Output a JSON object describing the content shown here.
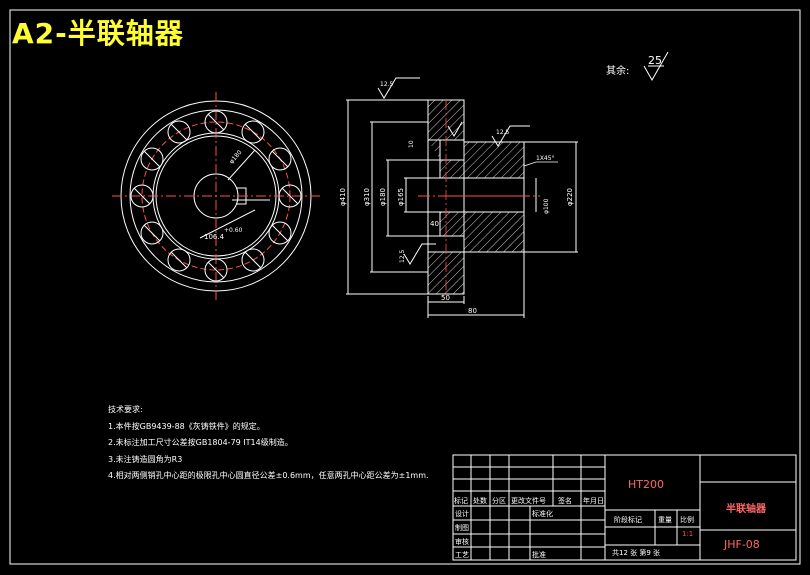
{
  "banner": {
    "code": "A2-",
    "name": "半联轴器"
  },
  "surface": {
    "label": "其余:",
    "roughness": "25"
  },
  "front_view": {
    "dim_inner": "φ180",
    "dim_keyway": "106.4",
    "tolerance": "+0.60"
  },
  "section_view": {
    "rough_top": "12.5",
    "rough_right": "12.5",
    "rough_left": "12.5",
    "dia_outer": "φ410",
    "dia_310": "φ310",
    "dia_180": "φ180",
    "dia_165": "φ165",
    "dia_100": "φ100",
    "dia_220": "φ220",
    "dim_40": "40",
    "dim_50": "50",
    "dim_80": "80",
    "dim_10": "10",
    "chamfer": "1X45°"
  },
  "notes": {
    "title": "技术要求:",
    "items": [
      "1.本件按GB9439-88《灰铸铁件》的规定。",
      "2.未标注加工尺寸公差按GB1804-79 IT14级制造。",
      "3.未注铸造圆角为R3",
      "4.相对两侧销孔中心距的极限孔中心圆直径公差±0.6mm，任意两孔中心距公差为±1mm."
    ]
  },
  "title_block": {
    "material": "HT200",
    "part_name": "半联轴器",
    "drawing_no": "JHF-08",
    "scale": "1:1",
    "row_headers": [
      "标记",
      "处数",
      "分区",
      "更改文件号",
      "签名",
      "年月日"
    ],
    "row_design": "设计",
    "row_standard": "标准化",
    "row_draft": "制图",
    "row_review": "审核",
    "row_process": "工艺",
    "row_approve": "批准",
    "stage_label": "阶段标记",
    "weight_label": "重量",
    "ratio_label": "比例",
    "sheets": "共12 张  第9 张"
  }
}
